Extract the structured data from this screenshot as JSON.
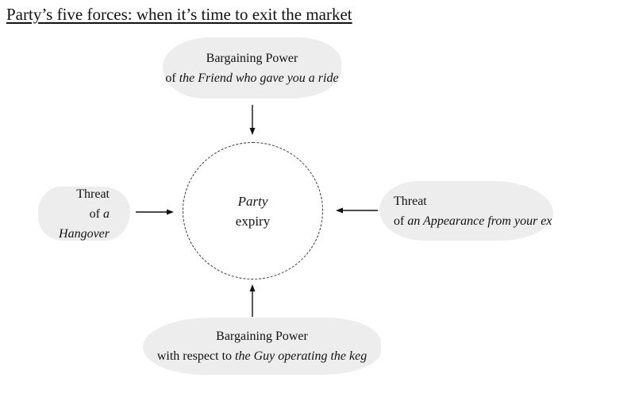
{
  "title": "Party’s five forces: when it’s time to exit the market",
  "colors": {
    "background": "#ffffff",
    "blob_bg": "#ededed",
    "text": "#111111",
    "arrow": "#111111",
    "circle_border": "#333333"
  },
  "center_circle": {
    "line1_italic": "Party",
    "line2": "expiry"
  },
  "forces": {
    "top": {
      "line1": "Bargaining Power",
      "line2_prefix": "of ",
      "line2_italic": "the Friend who gave you a ride"
    },
    "left": {
      "line1": "Threat",
      "line2_prefix": "of ",
      "line2_italic": "a Hangover"
    },
    "right": {
      "line1": "Threat",
      "line2_prefix": "of ",
      "line2_italic": "an Appearance from your ex"
    },
    "bottom": {
      "line1": "Bargaining Power",
      "line2_prefix": "with respect to ",
      "line2_italic": "the Guy operating the keg"
    }
  }
}
